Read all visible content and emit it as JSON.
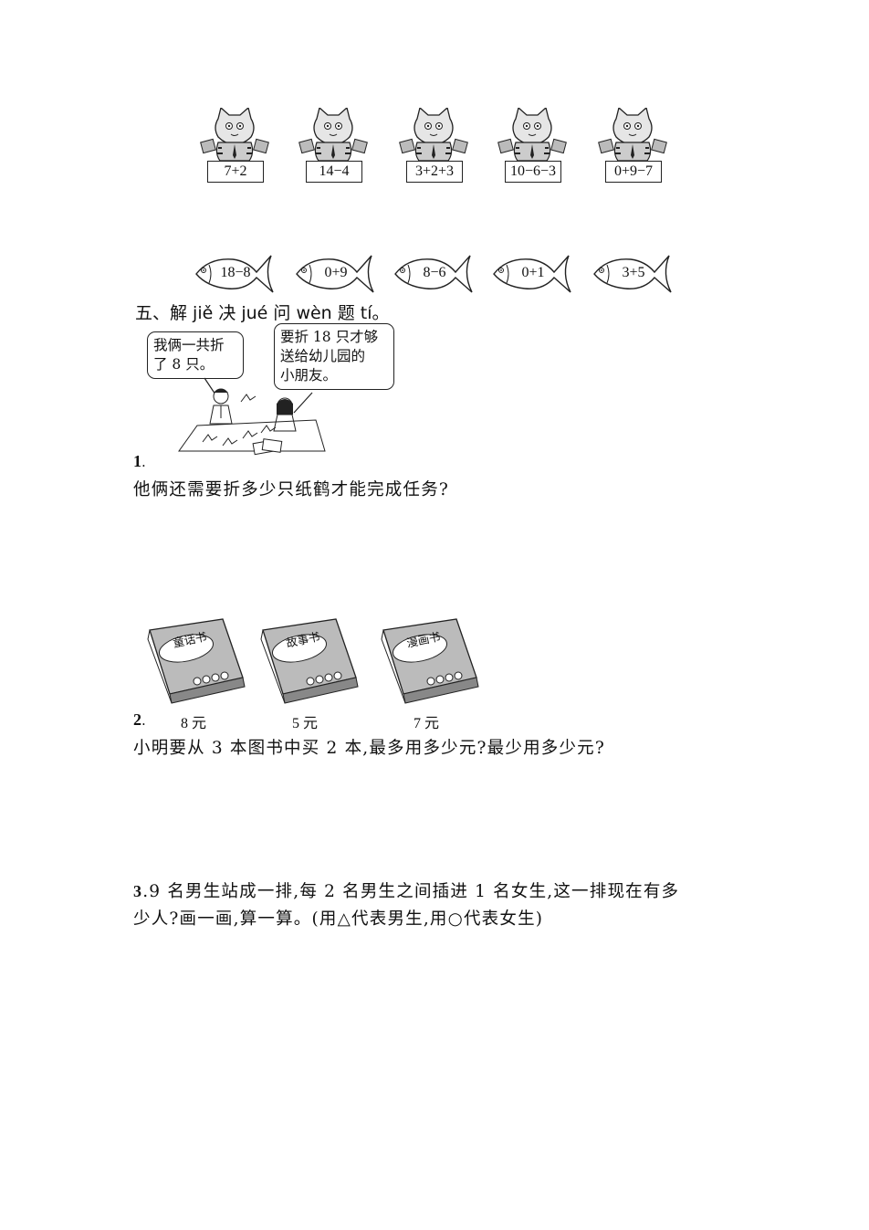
{
  "cats": [
    {
      "expr": "7+2"
    },
    {
      "expr": "14−4"
    },
    {
      "expr": "3+2+3"
    },
    {
      "expr": "10−6−3"
    },
    {
      "expr": "0+9−7"
    }
  ],
  "fish": [
    {
      "expr": "18−8"
    },
    {
      "expr": "0+9"
    },
    {
      "expr": "8−6"
    },
    {
      "expr": "0+1"
    },
    {
      "expr": "3+5"
    }
  ],
  "section_heading": "五、解 jiě 决 jué 问 wèn 题 tí。",
  "q1": {
    "bubble_left": [
      "我俩一共折",
      "了 8 只。"
    ],
    "bubble_right": [
      "要折 18 只才够",
      "送给幼儿园的",
      "小朋友。"
    ],
    "number": "1",
    "number_suffix": ".",
    "text": "他俩还需要折多少只纸鹤才能完成任务?"
  },
  "q2": {
    "books": [
      {
        "title": "童话书",
        "price": "8 元"
      },
      {
        "title": "故事书",
        "price": "5 元"
      },
      {
        "title": "漫画书",
        "price": "7 元"
      }
    ],
    "number": "2",
    "number_suffix": ".",
    "text": "小明要从 3 本图书中买 2 本,最多用多少元?最少用多少元?"
  },
  "q3": {
    "number": "3",
    "line1": ".9 名男生站成一排,每 2 名男生之间插进 1 名女生,这一排现在有多",
    "line2": "少人?画一画,算一算。(用△代表男生,用○代表女生)"
  }
}
